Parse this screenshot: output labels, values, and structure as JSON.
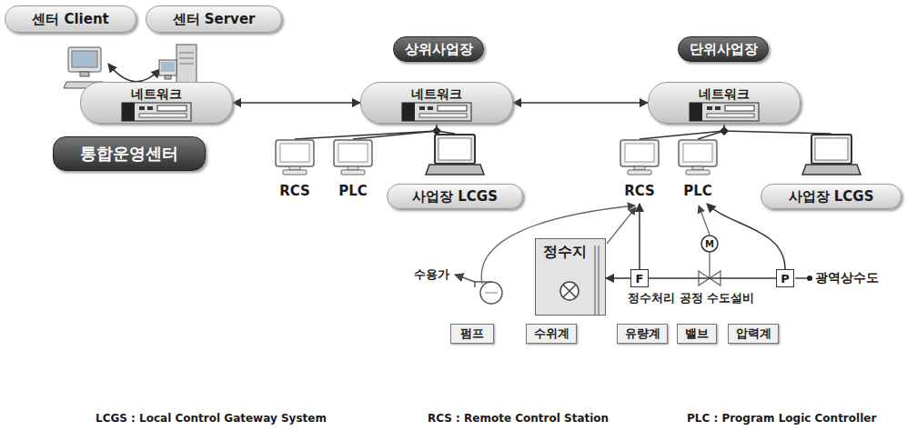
{
  "diagram": {
    "nodes": [
      {
        "text": [
          "센터 Client"
        ]
      },
      {
        "text": [
          "센터 Server"
        ]
      },
      {
        "text": [
          "네트워크"
        ]
      },
      {
        "text": [
          "통합운영센터"
        ]
      },
      {
        "text": [
          "상위사업장"
        ]
      },
      {
        "text": [
          "네트워크"
        ]
      },
      {
        "text": [
          "RCS"
        ]
      },
      {
        "text": [
          "PLC"
        ]
      },
      {
        "text": [
          "사업장 LCGS"
        ]
      },
      {
        "text": [
          "단위사업장"
        ]
      },
      {
        "text": [
          "네트워크"
        ]
      },
      {
        "text": [
          "RCS"
        ]
      },
      {
        "text": [
          "PLC"
        ]
      },
      {
        "text": [
          "사업장 LCGS"
        ]
      },
      {
        "text": [
          "정수지"
        ]
      },
      {
        "text": [
          "F"
        ]
      },
      {
        "text": [
          "P"
        ]
      },
      {
        "text": [
          "펌프"
        ]
      },
      {
        "text": [
          "수위계"
        ]
      },
      {
        "text": [
          "유량계"
        ]
      },
      {
        "text": [
          "밸브"
        ]
      },
      {
        "text": [
          "압력계"
        ]
      }
    ],
    "edges": [
      {
        "from": 0,
        "to": 1,
        "arrow": "both"
      },
      {
        "from": 2,
        "to": 5,
        "arrow": "both"
      },
      {
        "from": 5,
        "to": 10,
        "arrow": "both"
      },
      {
        "from": 5,
        "to": 6,
        "arrow": "none"
      },
      {
        "from": 5,
        "to": 7,
        "arrow": "none"
      },
      {
        "from": 5,
        "to": 8,
        "arrow": "none"
      },
      {
        "from": 10,
        "to": 11,
        "arrow": "none"
      },
      {
        "from": 10,
        "to": 12,
        "arrow": "none"
      },
      {
        "from": 10,
        "to": 13,
        "arrow": "none"
      },
      {
        "from": 15,
        "to": 11,
        "arrow": "to"
      },
      {
        "from": 16,
        "to": 12,
        "arrow": "to"
      },
      {
        "from": 15,
        "to": 14,
        "arrow": "to"
      },
      {
        "from": 16,
        "to": 15,
        "arrow": "none"
      }
    ],
    "labels": [
      "수용가",
      "M",
      "정수처리 공정 수도설비",
      "광역상수도",
      "LCGS : Local Control Gateway System",
      "RCS : Remote Control Station",
      "PLC : Program Logic Controller"
    ]
  }
}
